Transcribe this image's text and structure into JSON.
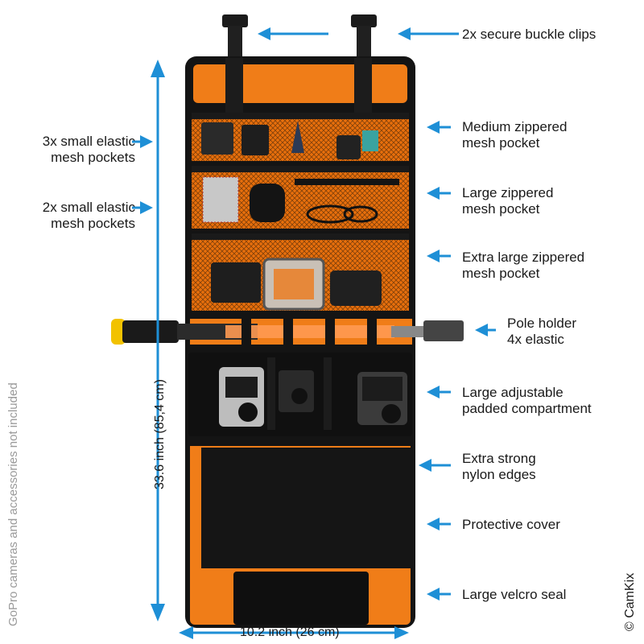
{
  "colors": {
    "arrow": "#1e8fd6",
    "orange": "#f07d18",
    "black": "#141414",
    "mesh_edge": "#2a2a2a",
    "text": "#1a1a1a",
    "note": "#9a9a9a"
  },
  "labels_right": [
    {
      "id": "buckle-clips",
      "lines": [
        "2x secure buckle clips"
      ]
    },
    {
      "id": "medium-zippered-pocket",
      "lines": [
        "Medium zippered",
        "mesh pocket"
      ]
    },
    {
      "id": "large-zippered-pocket",
      "lines": [
        "Large zippered",
        "mesh pocket"
      ]
    },
    {
      "id": "extra-large-zippered-pocket",
      "lines": [
        "Extra large zippered",
        "mesh pocket"
      ]
    },
    {
      "id": "pole-holder",
      "lines": [
        "Pole holder",
        "4x elastic"
      ]
    },
    {
      "id": "padded-compartment",
      "lines": [
        "Large adjustable",
        "padded compartment"
      ]
    },
    {
      "id": "nylon-edges",
      "lines": [
        "Extra strong",
        "nylon edges"
      ]
    },
    {
      "id": "protective-cover",
      "lines": [
        "Protective cover"
      ]
    },
    {
      "id": "velcro-seal",
      "lines": [
        "Large velcro seal"
      ]
    }
  ],
  "labels_left": [
    {
      "id": "three-mesh-pockets",
      "lines": [
        "3x small elastic",
        "mesh pockets"
      ]
    },
    {
      "id": "two-mesh-pockets",
      "lines": [
        "2x small elastic",
        "mesh pockets"
      ]
    }
  ],
  "dimension_height": "33.6 inch (85,4 cm)",
  "dimension_width": "10.2 inch (26 cm)",
  "side_note": "GoPro cameras and accessories not included",
  "copyright": "© CamKix"
}
